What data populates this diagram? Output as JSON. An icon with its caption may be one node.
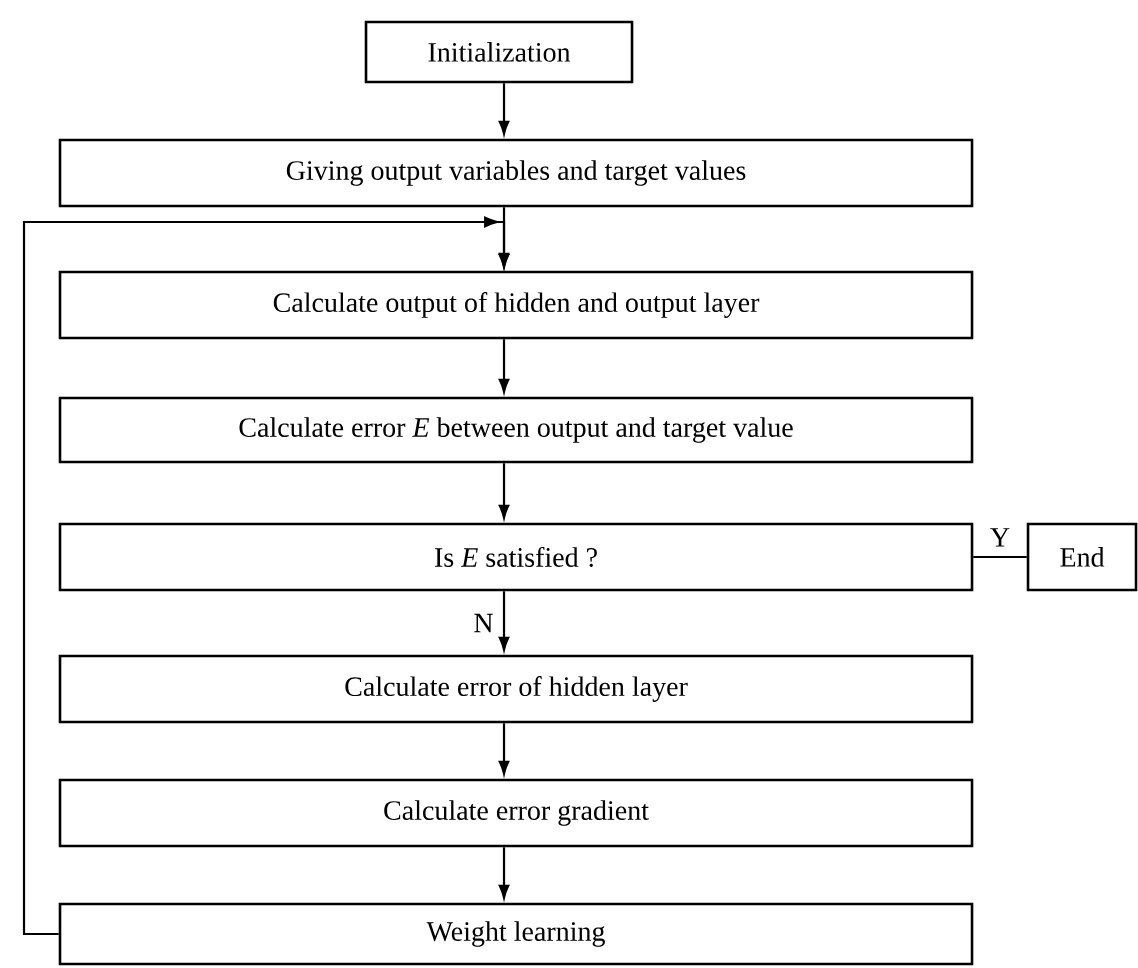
{
  "diagram": {
    "nodes": [
      {
        "text": [
          "Initialization"
        ]
      },
      {
        "text": [
          "Giving output variables and target values"
        ]
      },
      {
        "text": [
          "Calculate output of hidden and output layer"
        ]
      },
      {
        "text": [
          "Calculate error *E* between output and target value"
        ]
      },
      {
        "text": [
          "Is *E* satisfied ?"
        ]
      },
      {
        "text": [
          "End"
        ]
      },
      {
        "text": [
          "Calculate error of hidden layer"
        ]
      },
      {
        "text": [
          "Calculate error gradient"
        ]
      },
      {
        "text": [
          "Weight learning"
        ]
      }
    ],
    "edges": [
      {
        "from": 0,
        "to": 1,
        "arrow": "to"
      },
      {
        "from": 1,
        "to": 2,
        "arrow": "to"
      },
      {
        "from": 2,
        "to": 3,
        "arrow": "to"
      },
      {
        "from": 3,
        "to": 4,
        "arrow": "to"
      },
      {
        "from": 4,
        "to": 5,
        "arrow": "none",
        "label": "Y"
      },
      {
        "from": 4,
        "to": 6,
        "arrow": "to",
        "label": "N"
      },
      {
        "from": 6,
        "to": 7,
        "arrow": "to"
      },
      {
        "from": 7,
        "to": 8,
        "arrow": "to"
      },
      {
        "from": 8,
        "to": 2,
        "arrow": "to"
      }
    ]
  }
}
